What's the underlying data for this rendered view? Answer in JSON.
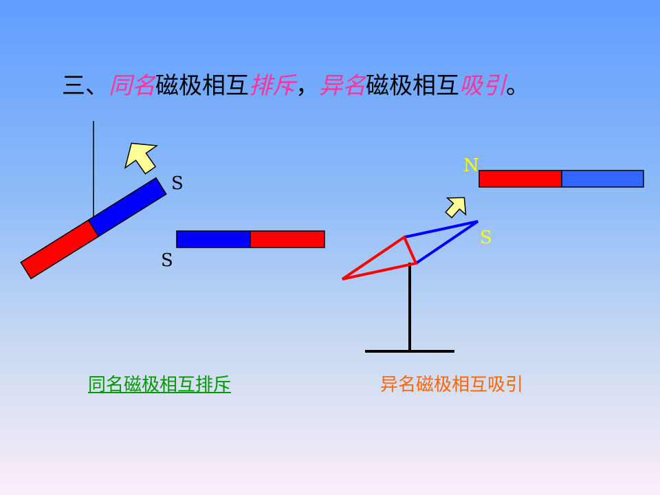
{
  "title": {
    "prefix": "三、",
    "same_name": "同名",
    "mutual_1": "磁极相互",
    "repel": "排斥",
    "comma": "，",
    "diff_name": "异名",
    "mutual_2": "磁极相互",
    "attract": "吸引",
    "end": "。"
  },
  "labels": {
    "left_swing_pole": "S",
    "left_fixed_pole": "S",
    "right_fixed_pole": "N",
    "right_swing_pole": "S"
  },
  "captions": {
    "repel": "同名磁极相互排斥",
    "attract": "异名磁极相互吸引"
  },
  "colors": {
    "north": "#ff0000",
    "south": "#0000ff",
    "south_light": "#3366ff",
    "title_highlight": "#ff3399",
    "caption_repel": "#009900",
    "caption_attract": "#ff6600",
    "label_right": "#ffff00",
    "arrow_fill": "#ffff99"
  }
}
